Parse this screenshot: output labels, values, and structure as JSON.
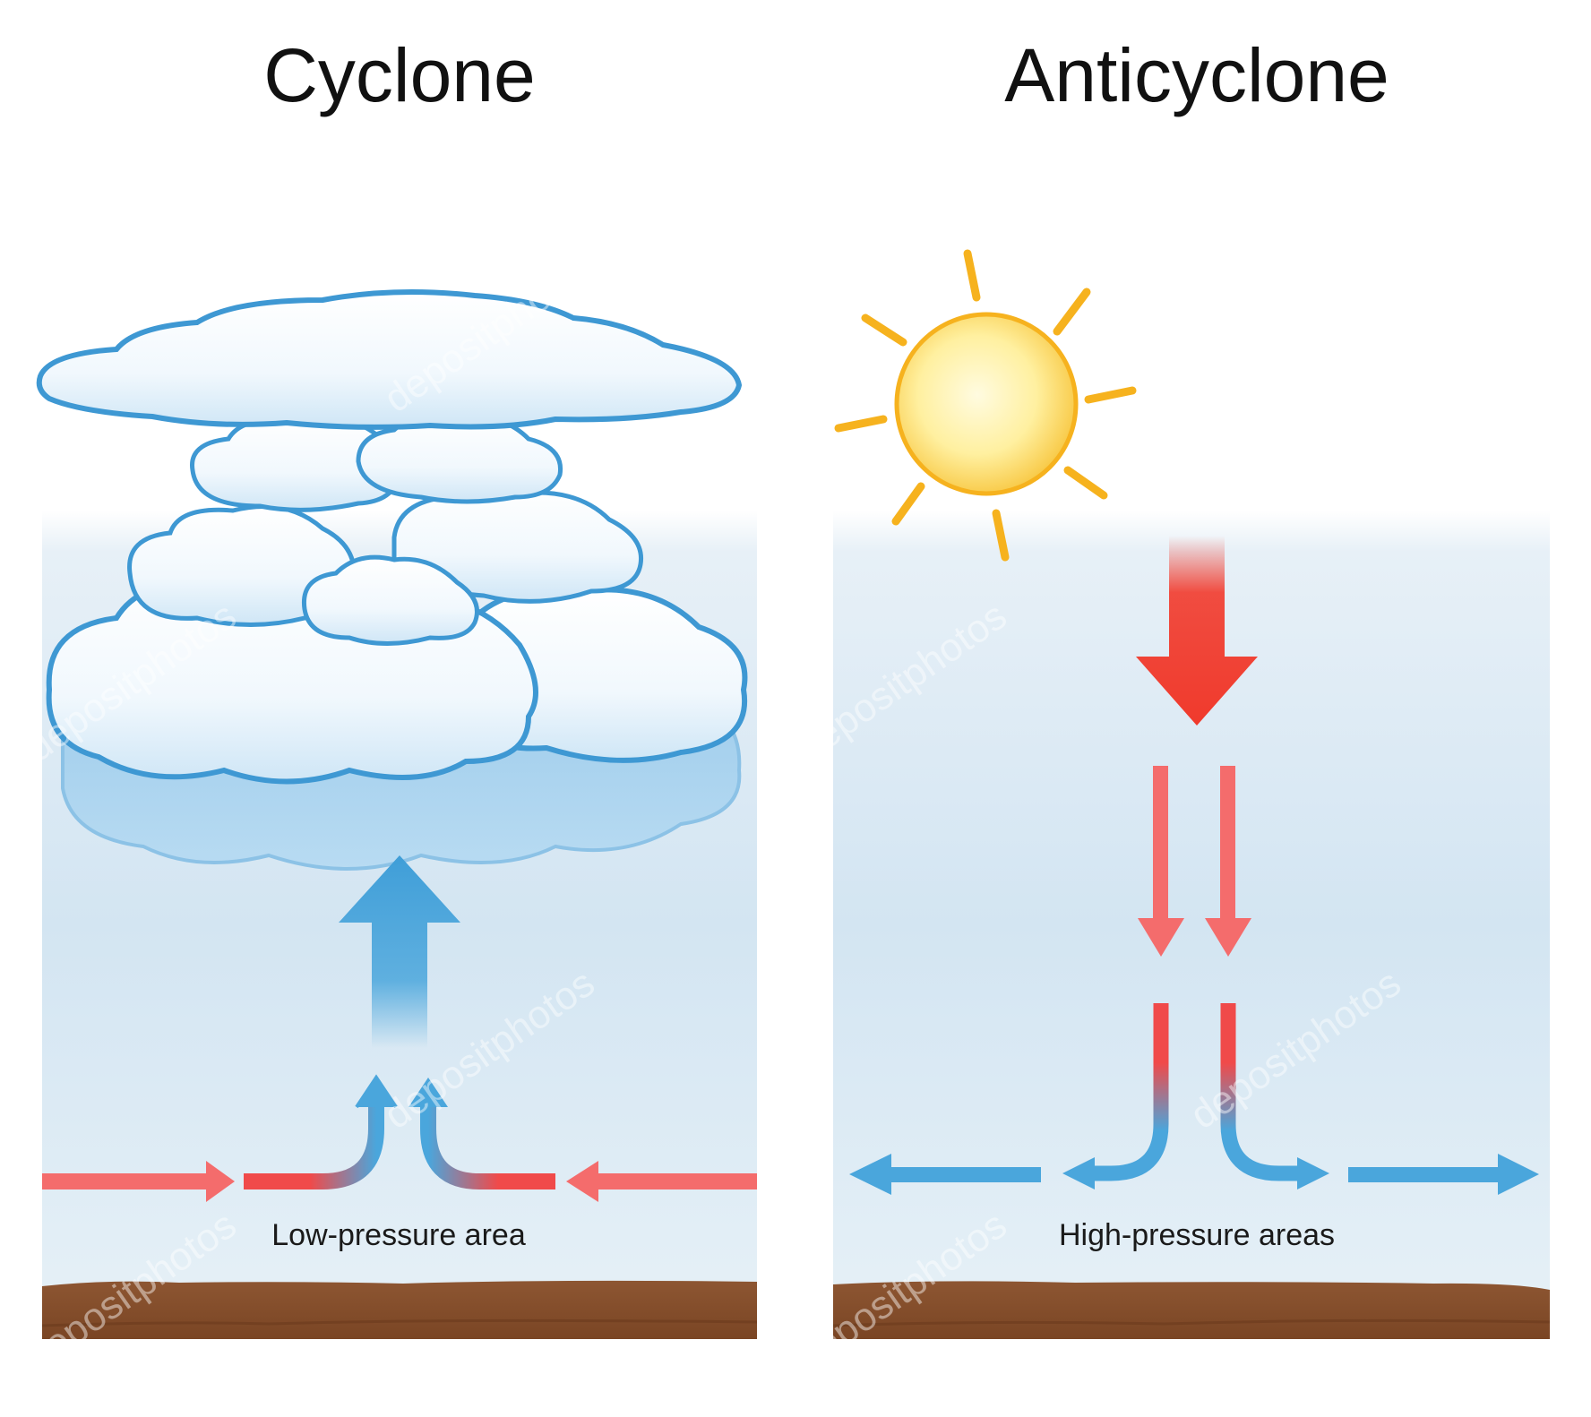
{
  "titles": {
    "left": "Cyclone",
    "right": "Anticyclone"
  },
  "labels": {
    "left": "Low-pressure area",
    "right": "High-pressure areas"
  },
  "watermark": "depositphotos",
  "colors": {
    "sky_top": "#f4f9fc",
    "sky_bottom": "#d6e8f4",
    "ground": "#8a5430",
    "ground_dark": "#6d3d1f",
    "warm_arrow": "#f46c6c",
    "hot_arrow": "#f23a2c",
    "cool_arrow": "#4aa6dc",
    "cloud_edge": "#4a9fd6",
    "cloud_fill": "#ffffff",
    "sun_core": "#fff7c2",
    "sun_edge": "#f6b21e",
    "sun_ray": "#f6b21e"
  }
}
